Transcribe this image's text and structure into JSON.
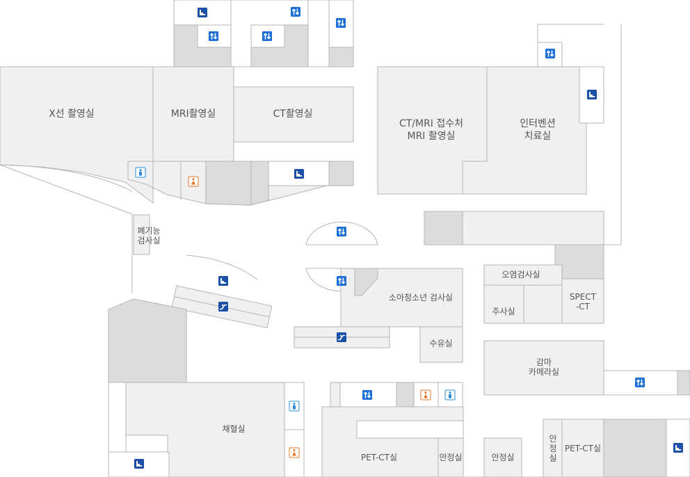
{
  "rooms": {
    "xray": "X선 촬영실",
    "mri": "MRI촬영실",
    "ct": "CT촬영실",
    "ctmri_reception_line1": "CT/MRI 접수처",
    "ctmri_reception_line2": "MRI 촬영실",
    "intervention_line1": "인터벤션",
    "intervention_line2": "치료실",
    "pulmonary_line1": "폐기능",
    "pulmonary_line2": "검사실",
    "pediatric": "소아청소년 검사실",
    "nursing": "수유실",
    "contamination": "오염검사실",
    "injection": "주사실",
    "spect_line1": "SPECT",
    "spect_line2": "-CT",
    "gamma_line1": "감마",
    "gamma_line2": "카메라실",
    "blood": "채혈실",
    "petct_left": "PET-CT실",
    "stable_1": "안정실",
    "stable_2": "안정실",
    "stable_vertical": [
      "안",
      "정",
      "실"
    ],
    "petct_right": "PET-CT실"
  },
  "icons": {
    "elevator": "elevator-icon",
    "stairs": "stairs-icon",
    "escalator": "escalator-icon",
    "restroom_male": "male-restroom-icon",
    "restroom_female": "female-restroom-icon"
  },
  "colors": {
    "room_light": "#f0f0f0",
    "room_dark": "#dcdcdc",
    "wall": "#b4b4b4",
    "icon_navy": "#1c4fa6",
    "icon_blue": "#1d6fd8",
    "female_orange": "#e8742a",
    "male_blue": "#2a8ae0"
  }
}
